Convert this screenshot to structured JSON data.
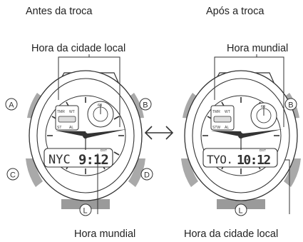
{
  "before": {
    "heading": "Antes da troca",
    "top_label": "Hora da cidade local",
    "bottom_label": "Hora mundial",
    "lcd_city": "NYC",
    "lcd_time": "9:12",
    "dst": "DST",
    "subdial_mark": "60",
    "mode_labels": [
      "TMR",
      "WT",
      "ST",
      "AL"
    ]
  },
  "after": {
    "heading": "Após a troca",
    "top_label": "Hora mundial",
    "bottom_label": "Hora da cidade local",
    "lcd_city": "TYO.",
    "lcd_time": "10:12",
    "dst": "DST",
    "subdial_mark": "60",
    "mode_labels": [
      "TMR",
      "WT",
      "STW",
      "AL"
    ]
  },
  "buttons": {
    "a": "A",
    "b": "B",
    "c": "C",
    "d": "D",
    "l": "L"
  },
  "colors": {
    "outline": "#333333",
    "button_gray": "#a9a9a9",
    "strap_gray": "#9a9a9a",
    "hand": "#333333"
  }
}
